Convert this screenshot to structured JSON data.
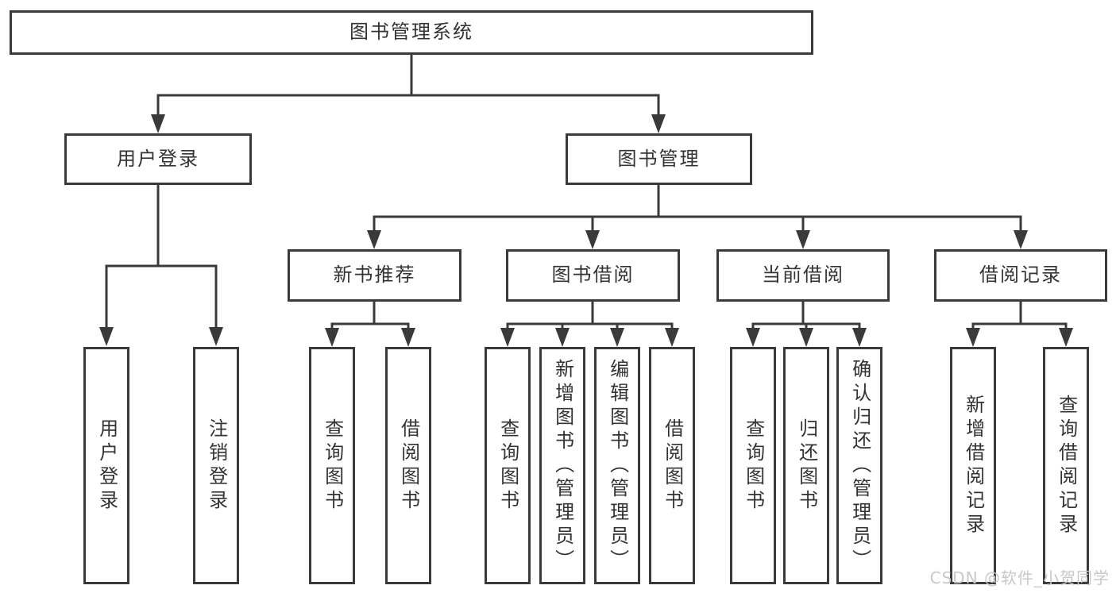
{
  "title": "图书管理系统",
  "watermark": {
    "text": "CSDN @软件_小贺同学"
  },
  "colors": {
    "line": "#3a3a3a",
    "text": "#333333",
    "box_background": "#ffffff",
    "background": "#ffffff",
    "watermark": "#c8c8c8"
  },
  "diagram": {
    "type": "tree",
    "root": {
      "label": "图书管理系统",
      "children": [
        {
          "label": "用户登录",
          "children": [
            {
              "label": "用户登录"
            },
            {
              "label": "注销登录"
            }
          ]
        },
        {
          "label": "图书管理",
          "children": [
            {
              "label": "新书推荐",
              "children": [
                {
                  "label": "查询图书"
                },
                {
                  "label": "借阅图书"
                }
              ]
            },
            {
              "label": "图书借阅",
              "children": [
                {
                  "label": "查询图书"
                },
                {
                  "label": "新增图书（管理员）"
                },
                {
                  "label": "编辑图书（管理员）"
                },
                {
                  "label": "借阅图书"
                }
              ]
            },
            {
              "label": "当前借阅",
              "children": [
                {
                  "label": "查询图书"
                },
                {
                  "label": "归还图书"
                },
                {
                  "label": "确认归还（管理员）"
                }
              ]
            },
            {
              "label": "借阅记录",
              "children": [
                {
                  "label": "新增借阅记录"
                },
                {
                  "label": "查询借阅记录"
                }
              ]
            }
          ]
        }
      ]
    }
  }
}
